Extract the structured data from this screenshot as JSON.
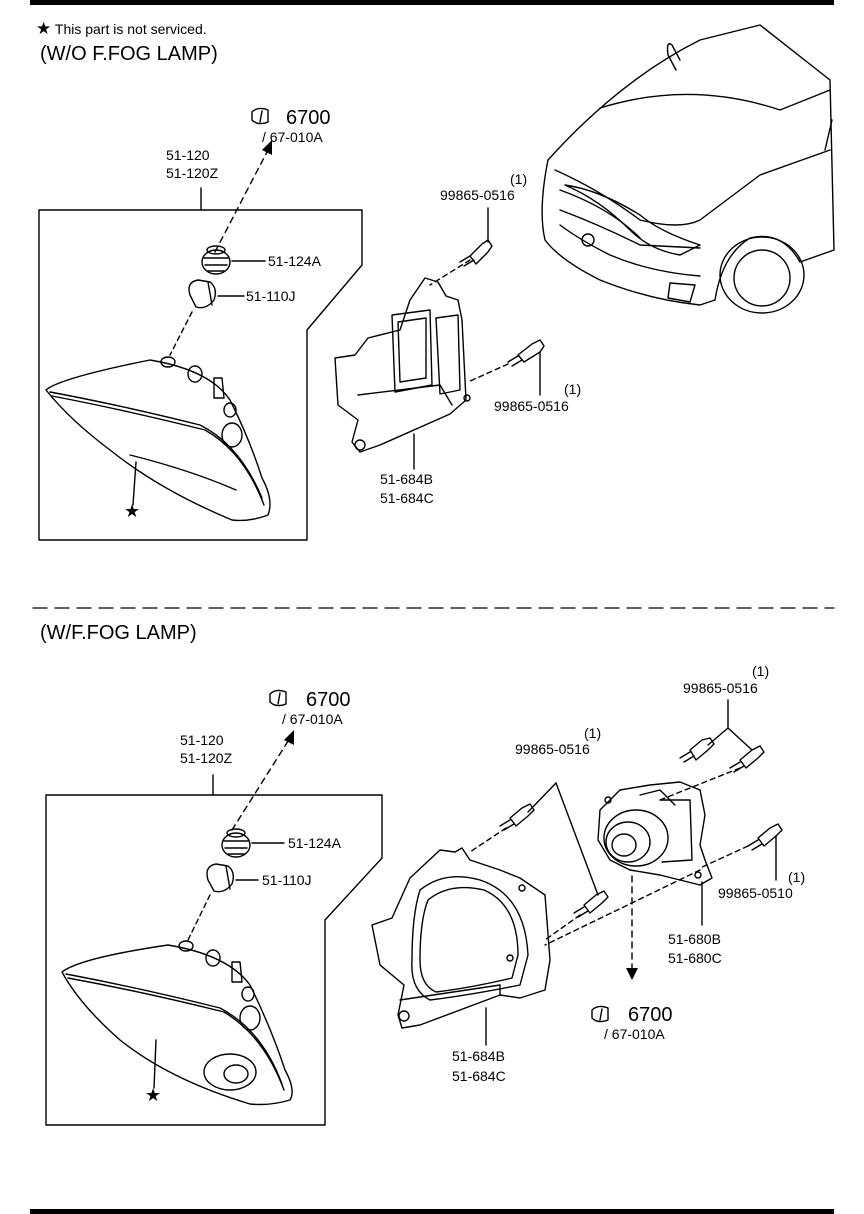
{
  "note": {
    "star": "★",
    "text": "This part is not serviced."
  },
  "section_top": {
    "title": "(W/O F.FOG LAMP)",
    "ref_main": "6700",
    "ref_sub": "/ 67-010A",
    "lamp_part_1": "51-120",
    "lamp_part_2": "51-120Z",
    "socket": "51-124A",
    "bulb": "51-110J",
    "screw_qty_1": "(1)",
    "screw_1": "99865-0516",
    "screw_qty_2": "(1)",
    "screw_2": "99865-0516",
    "bracket_1": "51-684B",
    "bracket_2": "51-684C",
    "star": "★"
  },
  "section_bottom": {
    "title": "(W/F.FOG LAMP)",
    "ref_main": "6700",
    "ref_sub": "/ 67-010A",
    "lamp_part_1": "51-120",
    "lamp_part_2": "51-120Z",
    "socket": "51-124A",
    "bulb": "51-110J",
    "screw_qty_a": "(1)",
    "screw_a": "99865-0516",
    "screw_qty_b": "(1)",
    "screw_b": "99865-0516",
    "screw_qty_c": "(1)",
    "screw_c": "99865-0510",
    "fog_1": "51-680B",
    "fog_2": "51-680C",
    "ref2_main": "6700",
    "ref2_sub": "/ 67-010A",
    "bracket_1": "51-684B",
    "bracket_2": "51-684C",
    "star": "★"
  }
}
